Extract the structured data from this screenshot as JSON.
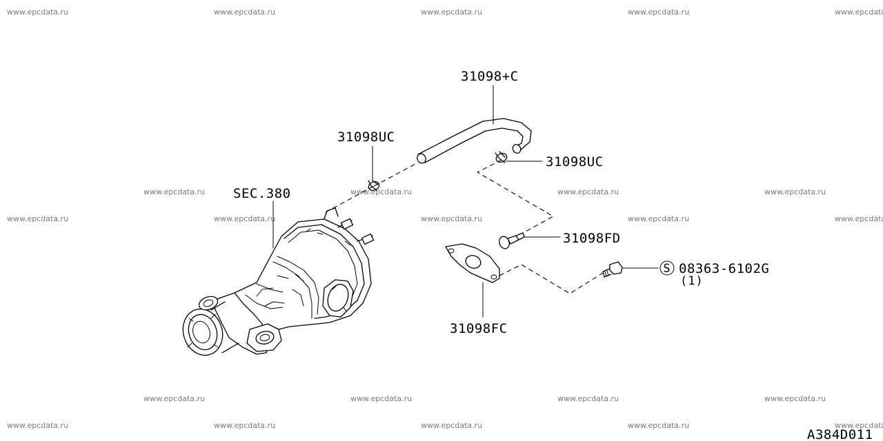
{
  "watermark": "www.epcdata.ru",
  "callouts": {
    "hose": "31098+C",
    "clamp_left": "31098UC",
    "clamp_right": "31098UC",
    "section_ref": "SEC.380",
    "connector": "31098FD",
    "gasket": "31098FC",
    "bolt_symbol": "S",
    "bolt": "08363-6102G",
    "bolt_qty": "(1)"
  },
  "diagram_code": "A384D011"
}
